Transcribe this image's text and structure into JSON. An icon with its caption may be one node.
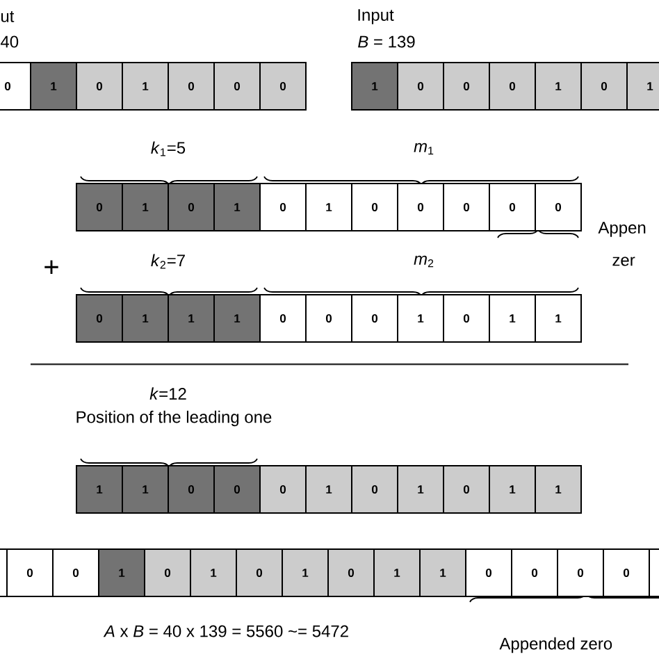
{
  "diagram": {
    "nodes": [
      {
        "text": [
          "0"
        ]
      },
      {
        "text": [
          "1"
        ]
      },
      {
        "text": [
          "0"
        ]
      },
      {
        "text": [
          "1"
        ]
      },
      {
        "text": [
          "0"
        ]
      },
      {
        "text": [
          "0"
        ]
      },
      {
        "text": [
          "0"
        ]
      },
      {
        "text": [
          "1"
        ]
      },
      {
        "text": [
          "0"
        ]
      },
      {
        "text": [
          "0"
        ]
      },
      {
        "text": [
          "0"
        ]
      },
      {
        "text": [
          "1"
        ]
      },
      {
        "text": [
          "0"
        ]
      },
      {
        "text": [
          "1"
        ]
      },
      {
        "text": [
          "0"
        ]
      },
      {
        "text": [
          "1"
        ]
      },
      {
        "text": [
          "0"
        ]
      },
      {
        "text": [
          "1"
        ]
      },
      {
        "text": [
          "0"
        ]
      },
      {
        "text": [
          "1"
        ]
      },
      {
        "text": [
          "0"
        ]
      },
      {
        "text": [
          "0"
        ]
      },
      {
        "text": [
          "0"
        ]
      },
      {
        "text": [
          "0"
        ]
      },
      {
        "text": [
          "0"
        ]
      },
      {
        "text": [
          "0"
        ]
      },
      {
        "text": [
          "1"
        ]
      },
      {
        "text": [
          "1"
        ]
      },
      {
        "text": [
          "1"
        ]
      },
      {
        "text": [
          "0"
        ]
      },
      {
        "text": [
          "0"
        ]
      },
      {
        "text": [
          "0"
        ]
      },
      {
        "text": [
          "1"
        ]
      },
      {
        "text": [
          "0"
        ]
      },
      {
        "text": [
          "1"
        ]
      },
      {
        "text": [
          "1"
        ]
      },
      {
        "text": [
          "1"
        ]
      },
      {
        "text": [
          "1"
        ]
      },
      {
        "text": [
          "0"
        ]
      },
      {
        "text": [
          "0"
        ]
      },
      {
        "text": [
          "0"
        ]
      },
      {
        "text": [
          "1"
        ]
      },
      {
        "text": [
          "0"
        ]
      },
      {
        "text": [
          "1"
        ]
      },
      {
        "text": [
          "0"
        ]
      },
      {
        "text": [
          "1"
        ]
      },
      {
        "text": [
          "1"
        ]
      },
      {
        "text": [],
        "shape": "box"
      },
      {
        "text": [
          "0"
        ]
      },
      {
        "text": [
          "0"
        ]
      },
      {
        "text": [
          "1"
        ]
      },
      {
        "text": [
          "0"
        ]
      },
      {
        "text": [
          "1"
        ]
      },
      {
        "text": [
          "0"
        ]
      },
      {
        "text": [
          "1"
        ]
      },
      {
        "text": [
          "0"
        ]
      },
      {
        "text": [
          "1"
        ]
      },
      {
        "text": [
          "1"
        ]
      },
      {
        "text": [
          "0"
        ]
      },
      {
        "text": [
          "0"
        ]
      },
      {
        "text": [
          "0"
        ]
      },
      {
        "text": [
          "0"
        ]
      },
      {
        "text": [],
        "shape": "box"
      }
    ],
    "labels": [
      "ut",
      "40",
      "Input",
      "*B* = 139",
      "*k*$_{1}$=5",
      "*m*$_{1}$",
      "Appen",
      "zer",
      "+",
      "*k*$_{2}$=7",
      "*m*$_{2}$",
      "*k*=12",
      "Position of the leading one",
      "*A* x *B* = 40 x 139 = 5560 ~= 5472",
      "Appended zero"
    ]
  }
}
